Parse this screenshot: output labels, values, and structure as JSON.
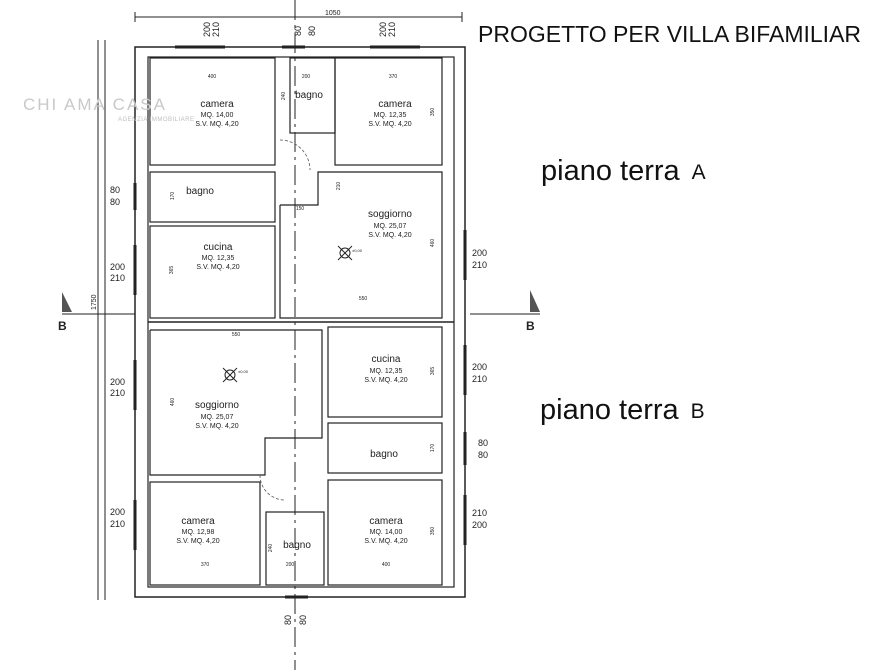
{
  "header": {
    "title": "PROGETTO PER VILLA BIFAMILIAR"
  },
  "levels": [
    {
      "label": "piano terra",
      "tag": "A"
    },
    {
      "label": "piano terra",
      "tag": "B"
    }
  ],
  "watermark": {
    "text": "CHI AMA CASA",
    "subtext": "AGENZIA IMMOBILIARE"
  },
  "section_marks": {
    "left": "B",
    "right": "B"
  },
  "overall": {
    "width": "1050",
    "height": "1750"
  },
  "rooms": {
    "a_camera_left": {
      "name": "camera",
      "mq": "MQ. 14,00",
      "sv": "S.V. MQ. 4,20",
      "d1": "400"
    },
    "a_bagno_top": {
      "name": "bagno",
      "d1": "200",
      "d2": "240"
    },
    "a_camera_right": {
      "name": "camera",
      "mq": "MQ. 12,35",
      "sv": "S.V. MQ. 4,20",
      "d1": "370",
      "d2": "350"
    },
    "a_bagno_left": {
      "name": "bagno",
      "d1": "170"
    },
    "a_cucina": {
      "name": "cucina",
      "mq": "MQ. 12,35",
      "sv": "S.V. MQ. 4,20",
      "d1": "365"
    },
    "a_soggiorno": {
      "name": "soggiorno",
      "mq": "MQ. 25,07",
      "sv": "S.V. MQ. 4,20",
      "d1": "150",
      "d2": "210",
      "d3": "460",
      "d4": "550",
      "lvl": "±0,00"
    },
    "b_soggiorno": {
      "name": "soggiorno",
      "mq": "MQ. 25,07",
      "sv": "S.V. MQ. 4,20",
      "d1": "550",
      "d2": "460",
      "lvl": "±0,00"
    },
    "b_cucina": {
      "name": "cucina",
      "mq": "MQ. 12,35",
      "sv": "S.V. MQ. 4,20",
      "d1": "365"
    },
    "b_bagno_right": {
      "name": "bagno",
      "d1": "170"
    },
    "b_camera_left": {
      "name": "camera",
      "mq": "MQ. 12,98",
      "sv": "S.V. MQ. 4,20",
      "d1": "370"
    },
    "b_bagno_bottom": {
      "name": "bagno",
      "d1": "240",
      "d2": "200"
    },
    "b_camera_right": {
      "name": "camera",
      "mq": "MQ. 14,00",
      "sv": "S.V. MQ. 4,20",
      "d1": "400",
      "d2": "350"
    }
  },
  "openings": {
    "top_left": [
      "200",
      "210"
    ],
    "top_center": [
      "80",
      "80"
    ],
    "top_right": [
      "200",
      "210"
    ],
    "left_1": [
      "80",
      "80"
    ],
    "left_2": [
      "200",
      "210"
    ],
    "left_3": [
      "200",
      "210"
    ],
    "left_4": [
      "200",
      "210"
    ],
    "right_1": [
      "200",
      "210"
    ],
    "right_2": [
      "200",
      "210"
    ],
    "right_3": [
      "80",
      "80"
    ],
    "right_4": [
      "210",
      "200"
    ],
    "bottom_center": [
      "80",
      "80"
    ]
  },
  "colors": {
    "line": "#222222",
    "watermark": "#c9c9c9"
  }
}
